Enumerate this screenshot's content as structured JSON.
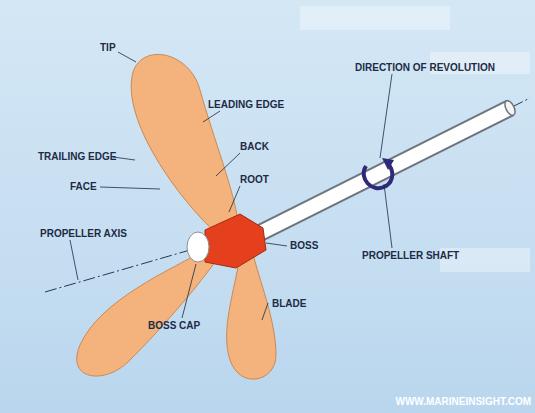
{
  "diagram": {
    "labels": [
      "DIRECTION OF REVOLUTION",
      "TIP",
      "LEADING EDGE",
      "TRAILING EDGE",
      "BACK",
      "FACE",
      "ROOT",
      "PROPELLER AXIS",
      "BOSS",
      "PROPELLER SHAFT",
      "BOSS CAP",
      "BLADE",
      "WWW.MARINEINSIGHT.COM"
    ]
  }
}
